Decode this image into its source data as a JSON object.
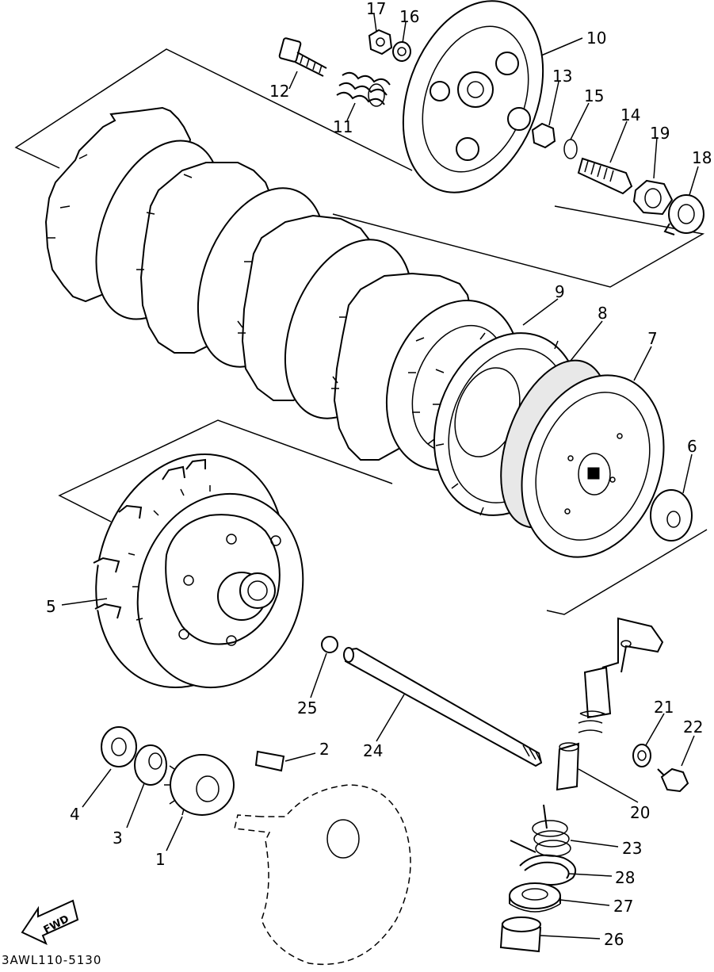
{
  "diagram": {
    "code": "3AWL110-5130",
    "fwd_label": "FWD",
    "part_numbers": [
      "1",
      "2",
      "3",
      "4",
      "5",
      "6",
      "7",
      "8",
      "9",
      "10",
      "11",
      "12",
      "13",
      "14",
      "15",
      "16",
      "17",
      "18",
      "19",
      "20",
      "21",
      "22",
      "23",
      "24",
      "25",
      "26",
      "27",
      "28"
    ]
  }
}
